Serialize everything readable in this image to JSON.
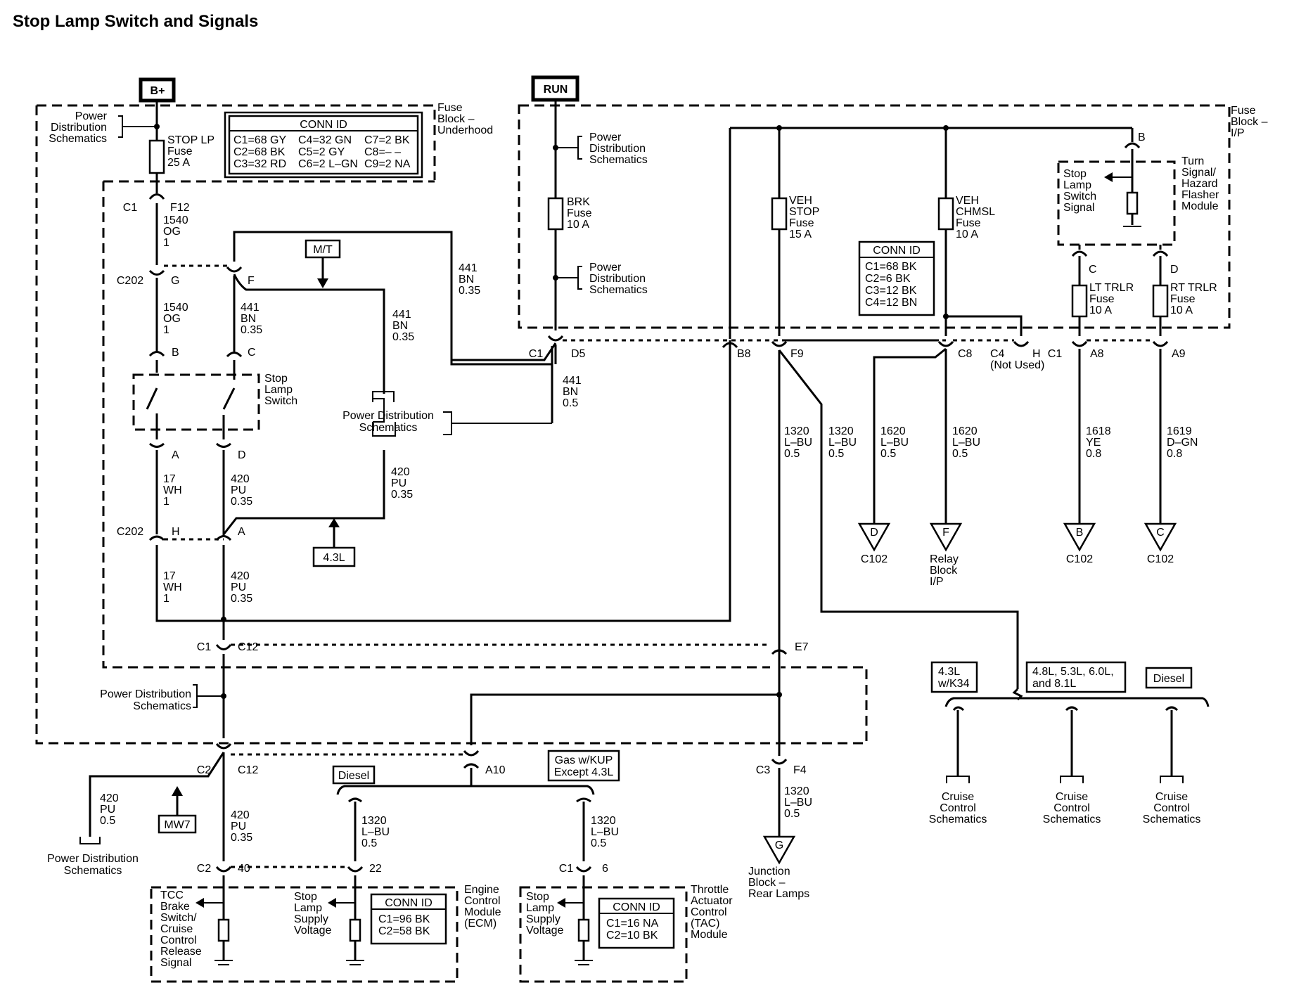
{
  "title": "Stop Lamp Switch and Signals",
  "power_tags": {
    "bplus": "B+",
    "run": "RUN"
  },
  "fuse_block_underhood": {
    "label": [
      "Fuse",
      "Block –",
      "Underhood"
    ],
    "power_dist": [
      "Power",
      "Distribution",
      "Schematics"
    ],
    "fuse": [
      "STOP LP",
      "Fuse",
      "25 A"
    ],
    "conn_title": "CONN ID",
    "conn_rows": [
      [
        "C1=68 GY",
        "C4=32 GN",
        "C7=2 BK"
      ],
      [
        "C2=68 BK",
        "C5=2 GY",
        "C8=– –"
      ],
      [
        "C3=32 RD",
        "C6=2 L–GN",
        "C9=2 NA"
      ]
    ]
  },
  "fuse_block_ip": {
    "label": [
      "Fuse",
      "Block –",
      "I/P"
    ],
    "brk_fuse": [
      "BRK",
      "Fuse",
      "10 A"
    ],
    "veh_stop_fuse": [
      "VEH",
      "STOP",
      "Fuse",
      "15 A"
    ],
    "veh_chmsl_fuse": [
      "VEH",
      "CHMSL",
      "Fuse",
      "10 A"
    ],
    "lt_trlr_fuse": [
      "LT TRLR",
      "Fuse",
      "10 A"
    ],
    "rt_trlr_fuse": [
      "RT TRLR",
      "Fuse",
      "10 A"
    ],
    "power_dist_1": [
      "Power",
      "Distribution",
      "Schematics"
    ],
    "power_dist_2": [
      "Power",
      "Distribution",
      "Schematics"
    ],
    "conn_title": "CONN ID",
    "conn_rows": [
      "C1=68 BK",
      "C2=6 BK",
      "C3=12 BK",
      "C4=12 BN"
    ]
  },
  "flasher": {
    "label": [
      "Turn",
      "Signal/",
      "Hazard",
      "Flasher",
      "Module"
    ],
    "signal": [
      "Stop",
      "Lamp",
      "Switch",
      "Signal"
    ]
  },
  "stop_lamp_switch": [
    "Stop",
    "Lamp",
    "Switch"
  ],
  "option_tags": {
    "mt": "M/T",
    "l43": "4.3L",
    "mw7": "MW7",
    "diesel": "Diesel",
    "gas_kup": [
      "Gas w/KUP",
      "Except 4.3L"
    ],
    "l43_k34": [
      "4.3L",
      "w/K34"
    ],
    "engines": [
      "4.8L, 5.3L, 6.0L,",
      "and 8.1L"
    ],
    "diesel2": "Diesel"
  },
  "connectors": {
    "c1": "C1",
    "f12": "F12",
    "c202a": "C202",
    "g": "G",
    "f": "F",
    "b": "B",
    "c": "C",
    "a": "A",
    "d": "D",
    "c202b": "C202",
    "h": "H",
    "a2": "A",
    "c1b": "C1",
    "c12": "C12",
    "e7": "E7",
    "c2": "C2",
    "c12b": "C12",
    "a10": "A10",
    "c2b": "C2",
    "p40": "40",
    "p22": "22",
    "c1c": "C1",
    "p6": "6",
    "c3": "C3",
    "f4": "F4",
    "c1d": "C1",
    "d5": "D5",
    "b8": "B8",
    "f9": "F9",
    "c8": "C8",
    "c4": "C4",
    "h2": "H",
    "notused": "(Not Used)",
    "c1e": "C1",
    "a8": "A8",
    "a9": "A9",
    "pin_b": "B",
    "pin_c": "C",
    "pin_d": "D"
  },
  "wires": {
    "w1540a": [
      "1540",
      "OG",
      "1"
    ],
    "w1540b": [
      "1540",
      "OG",
      "1"
    ],
    "w441a": [
      "441",
      "BN",
      "0.35"
    ],
    "w441b": [
      "441",
      "BN",
      "0.35"
    ],
    "w441c": [
      "441",
      "BN",
      "0.35"
    ],
    "w441d": [
      "441",
      "BN",
      "0.5"
    ],
    "w17a": [
      "17",
      "WH",
      "1"
    ],
    "w17b": [
      "17",
      "WH",
      "1"
    ],
    "w420a": [
      "420",
      "PU",
      "0.35"
    ],
    "w420b": [
      "420",
      "PU",
      "0.35"
    ],
    "w420c": [
      "420",
      "PU",
      "0.35"
    ],
    "w420d": [
      "420",
      "PU",
      "0.35"
    ],
    "w420e": [
      "420",
      "PU",
      "0.5"
    ],
    "w1320a": [
      "1320",
      "L–BU",
      "0.5"
    ],
    "w1320b": [
      "1320",
      "L–BU",
      "0.5"
    ],
    "w1320c": [
      "1320",
      "L–BU",
      "0.5"
    ],
    "w1320d": [
      "1320",
      "L–BU",
      "0.5"
    ],
    "w1320e": [
      "1320",
      "L–BU",
      "0.5"
    ],
    "w1620a": [
      "1620",
      "L–BU",
      "0.5"
    ],
    "w1620b": [
      "1620",
      "L–BU",
      "0.5"
    ],
    "w1618": [
      "1618",
      "YE",
      "0.8"
    ],
    "w1619": [
      "1619",
      "D–GN",
      "0.8"
    ]
  },
  "pd_mid": [
    "Power Distribution",
    "Schematics"
  ],
  "pd_left": [
    "Power Distribution",
    "Schematics"
  ],
  "pd_bottom": [
    "Power Distribution",
    "Schematics"
  ],
  "ground_tags": {
    "d": "D",
    "d_conn": "C102",
    "f": "F",
    "f_label": [
      "Relay",
      "Block",
      "I/P"
    ],
    "b": "B",
    "b_conn": "C102",
    "c": "C",
    "c_conn": "C102",
    "g": "G",
    "g_label": [
      "Junction",
      "Block –",
      "Rear Lamps"
    ]
  },
  "cruise": [
    [
      "Cruise",
      "Control",
      "Schematics"
    ],
    [
      "Cruise",
      "Control",
      "Schematics"
    ],
    [
      "Cruise",
      "Control",
      "Schematics"
    ]
  ],
  "ecm": {
    "label": [
      "Engine",
      "Control",
      "Module",
      "(ECM)"
    ],
    "tcc": [
      "TCC",
      "Brake",
      "Switch/",
      "Cruise",
      "Control",
      "Release",
      "Signal"
    ],
    "supply": [
      "Stop",
      "Lamp",
      "Supply",
      "Voltage"
    ],
    "conn_title": "CONN ID",
    "conn_rows": [
      "C1=96 BK",
      "C2=58 BK"
    ]
  },
  "tac": {
    "label": [
      "Throttle",
      "Actuator",
      "Control",
      "(TAC)",
      "Module"
    ],
    "supply": [
      "Stop",
      "Lamp",
      "Supply",
      "Voltage"
    ],
    "conn_title": "CONN ID",
    "conn_rows": [
      "C1=16 NA",
      "C2=10 BK"
    ]
  }
}
